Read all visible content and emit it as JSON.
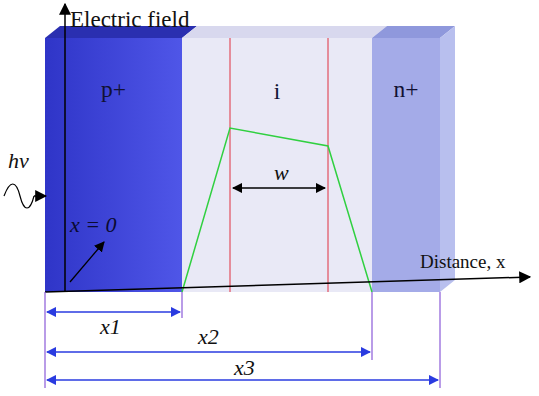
{
  "diagram": {
    "nodes": [
      {
        "text": [
          "p+"
        ]
      },
      {
        "text": [
          "i"
        ]
      },
      {
        "text": [
          "n+"
        ]
      }
    ],
    "labels": [
      "Electric field",
      "hν",
      "x = 0",
      "w",
      "Distance, x",
      "x1",
      "x2",
      "x3"
    ]
  }
}
